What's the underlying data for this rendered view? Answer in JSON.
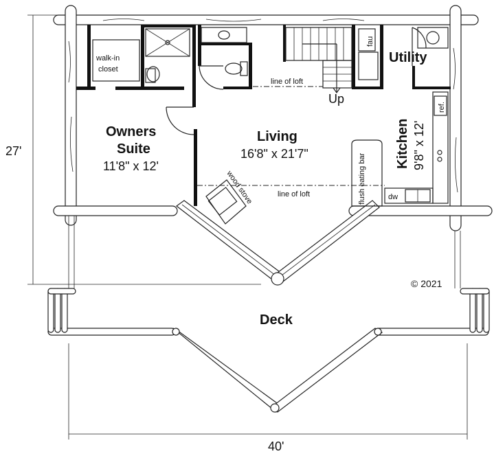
{
  "labels": {
    "walk_in": "walk-in",
    "closet": "closet",
    "owners": "Owners",
    "suite": "Suite",
    "owners_dim": "11'8\" x 12'",
    "living": "Living",
    "living_dim": "16'8\" x 21'7\"",
    "kitchen": "Kitchen",
    "kitchen_dim": "9'8\" x 12'",
    "utility": "Utility",
    "fau": "fau",
    "ref": "ref.",
    "dw": "dw",
    "up": "Up",
    "line_of_loft_upper": "line of loft",
    "line_of_loft_lower": "line of loft",
    "wood_stove": "wood stove",
    "flush_eating_bar": "flush eating bar",
    "deck": "Deck",
    "copyright": "© 2021",
    "width_dim": "40'",
    "depth_dim": "27'"
  }
}
